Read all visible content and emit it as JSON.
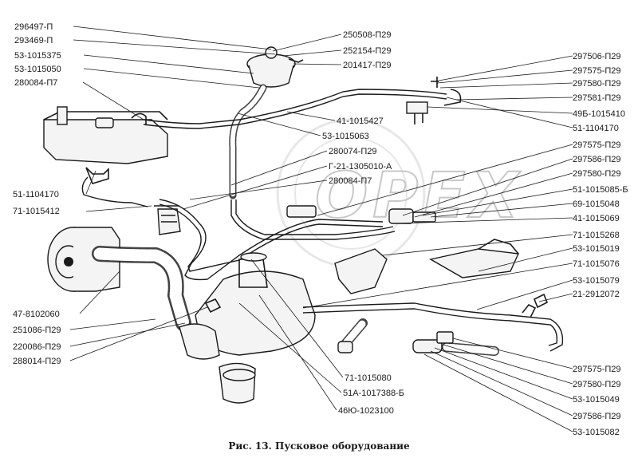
{
  "caption": "Рис. 13. Пусковое оборудование",
  "watermark": "OPEX",
  "labels_left": [
    "296497-П",
    "293469-П",
    "53-1015375",
    "53-1015050",
    "280084-П7",
    "51-1104170",
    "71-1015412",
    "47-8102060",
    "251086-П29",
    "220086-П29",
    "288014-П29"
  ],
  "labels_center_top": [
    "250508-П29",
    "252154-П29",
    "201417-П29"
  ],
  "labels_center_mid": [
    "41-1015427",
    "53-1015063",
    "280074-П29",
    "Г-21-1305010-А",
    "280084-П7"
  ],
  "labels_center_bottom": [
    "71-1015080",
    "51А-1017388-Б",
    "46Ю-1023100"
  ],
  "labels_right": [
    "297506-П29",
    "297575-П29",
    "297580-П29",
    "297581-П29",
    "49Б-1015410",
    "51-1104170",
    "297575-П29",
    "297586-П29",
    "297580-П29",
    "51-1015085-Б",
    "69-1015048",
    "41-1015069",
    "71-1015268",
    "53-1015019",
    "71-1015076",
    "53-1015079",
    "21-2912072",
    "297575-П29",
    "297580-П29",
    "53-1015049",
    "297586-П29",
    "53-1015082"
  ]
}
